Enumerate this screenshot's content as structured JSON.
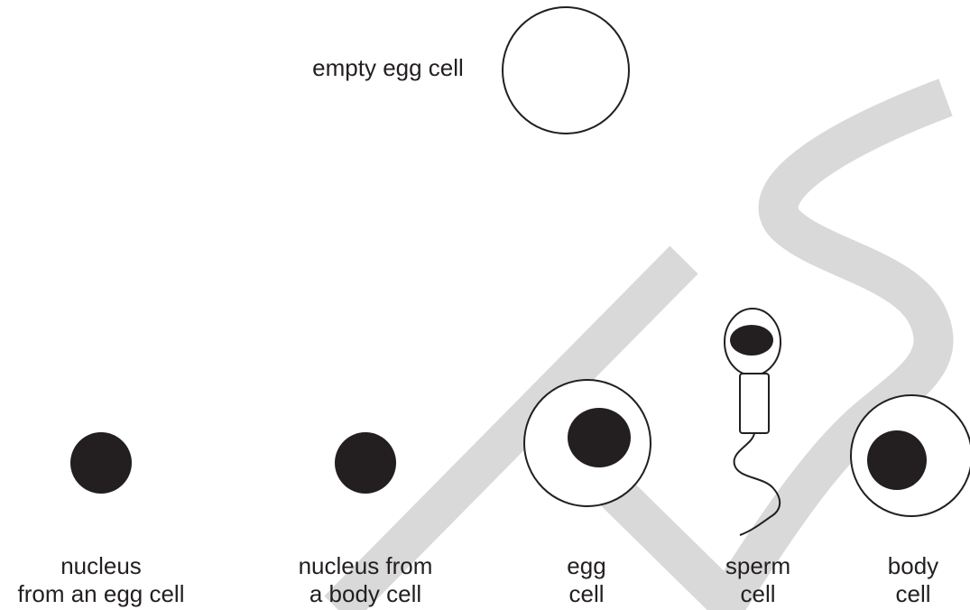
{
  "watermark": {
    "letters": "LS",
    "color": "#d9d9d9"
  },
  "labels": {
    "empty_egg_cell": "empty egg cell",
    "nucleus_egg_line1": "nucleus",
    "nucleus_egg_line2": "from an egg cell",
    "nucleus_body_line1": "nucleus from",
    "nucleus_body_line2": "a body cell",
    "egg_cell_line1": "egg",
    "egg_cell_line2": "cell",
    "sperm_cell_line1": "sperm",
    "sperm_cell_line2": "cell",
    "body_cell_line1": "body",
    "body_cell_line2": "cell"
  },
  "colors": {
    "ink": "#231f20",
    "background": "#ffffff"
  }
}
